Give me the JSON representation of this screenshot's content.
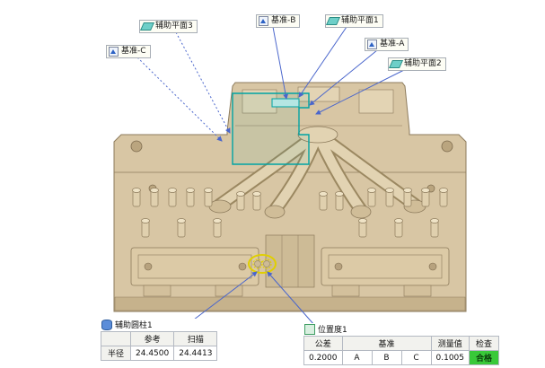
{
  "annotations": {
    "aux_plane_3": "辅助平面3",
    "datum_b": "基准-B",
    "aux_plane_1": "辅助平面1",
    "datum_a": "基准-A",
    "datum_c": "基准-C",
    "aux_plane_2": "辅助平面2"
  },
  "cylinder_table": {
    "title": "辅助圆柱1",
    "headers": {
      "ref": "参考",
      "scan": "扫描"
    },
    "row_label": "半径",
    "ref_value": "24.4500",
    "scan_value": "24.4413"
  },
  "position_table": {
    "title": "位置度1",
    "headers": {
      "tolerance": "公差",
      "datum": "基准",
      "measured": "测量值",
      "check": "检查"
    },
    "tolerance": "0.2000",
    "datum_a": "A",
    "datum_b": "B",
    "datum_c": "C",
    "measured": "0.1005",
    "result": "合格"
  },
  "icons": {
    "plane": "plane-icon",
    "datum": "datum-icon",
    "cylinder": "cylinder-feature-icon",
    "position": "position-tolerance-icon"
  },
  "colors": {
    "leader_blue": "#4a66cc",
    "selection_teal": "#00a3a3",
    "highlight_yellow": "#e0cf00",
    "model_tan": "#d8c6a4",
    "model_shadow": "#c6b28c",
    "pass_green": "#39c939"
  }
}
